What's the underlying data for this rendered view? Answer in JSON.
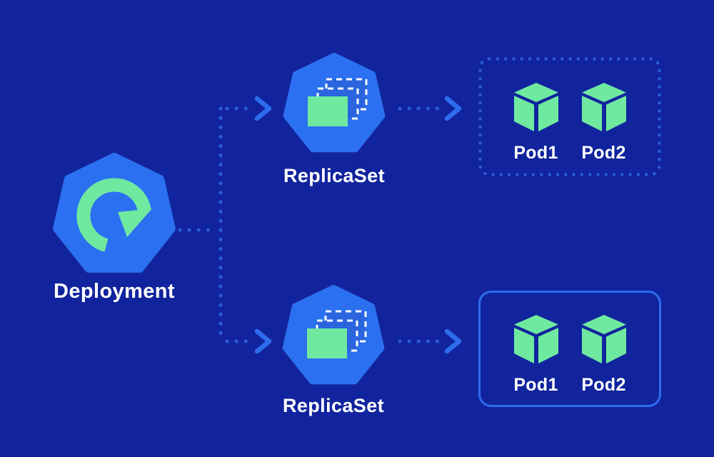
{
  "colors": {
    "background": "#12249D",
    "node_blue": "#2B70F0",
    "accent_green": "#6FE9A0",
    "connector_blue": "#2A5DD6",
    "box_border_blue": "#2E6CEE",
    "text": "#FFFFFF",
    "replica_ghost_fill": "#2A65DF"
  },
  "nodes": {
    "deployment": {
      "label": "Deployment",
      "icon": "rollout-circular-arrow-icon"
    },
    "replicaset_top": {
      "label": "ReplicaSet",
      "icon": "replicaset-stacked-rects-icon"
    },
    "replicaset_bottom": {
      "label": "ReplicaSet",
      "icon": "replicaset-stacked-rects-icon"
    }
  },
  "pod_groups": {
    "top": {
      "border_style": "dotted",
      "pods": [
        {
          "label": "Pod1",
          "icon": "pod-cube-icon"
        },
        {
          "label": "Pod2",
          "icon": "pod-cube-icon"
        }
      ]
    },
    "bottom": {
      "border_style": "solid",
      "pods": [
        {
          "label": "Pod1",
          "icon": "pod-cube-icon"
        },
        {
          "label": "Pod2",
          "icon": "pod-cube-icon"
        }
      ]
    }
  }
}
